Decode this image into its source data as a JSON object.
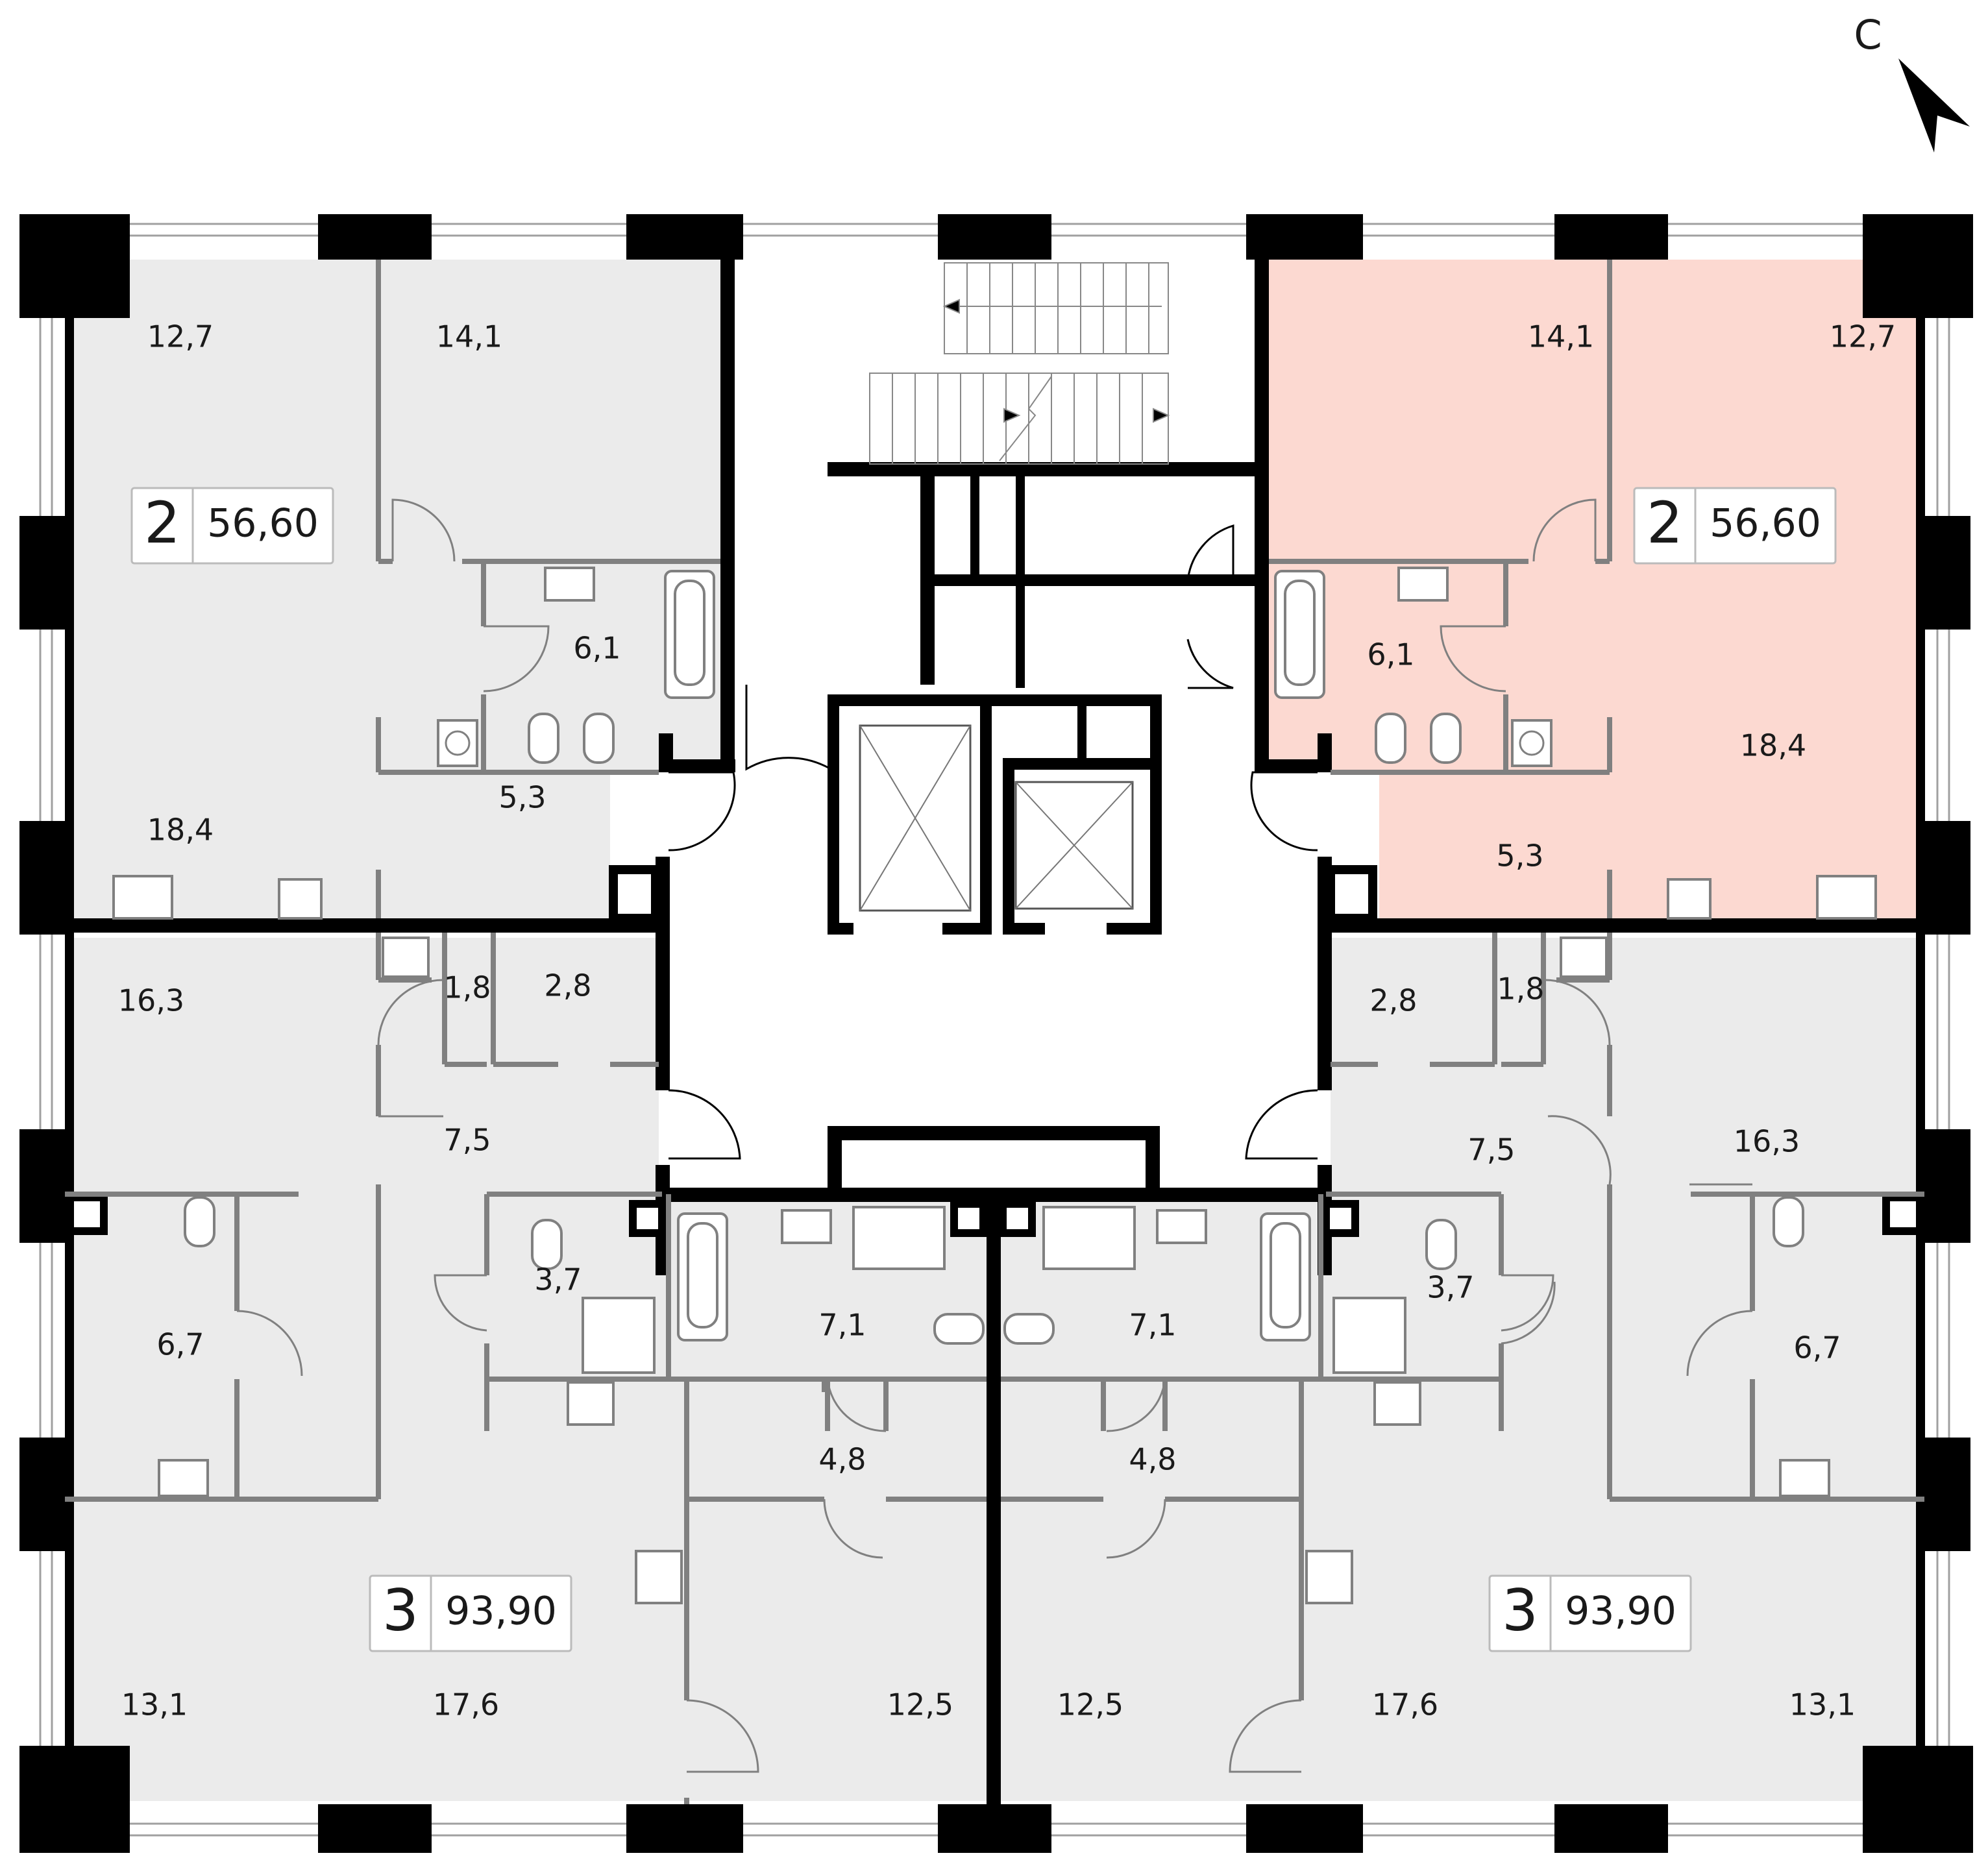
{
  "compass": {
    "label": "С",
    "icon": "north-arrow-icon"
  },
  "colors": {
    "highlight": "#fcd9d1",
    "unit_fill": "#ebebeb",
    "wall": "#000000",
    "partition": "#808080"
  },
  "units": [
    {
      "id": "nw",
      "rooms": "2",
      "total_area": "56,60",
      "highlighted": false,
      "room_areas": [
        "12,7",
        "14,1",
        "6,1",
        "5,3",
        "18,4"
      ]
    },
    {
      "id": "ne",
      "rooms": "2",
      "total_area": "56,60",
      "highlighted": true,
      "room_areas": [
        "14,1",
        "12,7",
        "6,1",
        "18,4",
        "5,3"
      ]
    },
    {
      "id": "sw",
      "rooms": "3",
      "total_area": "93,90",
      "highlighted": false,
      "room_areas": [
        "16,3",
        "1,8",
        "2,8",
        "7,5",
        "3,7",
        "6,7",
        "7,1",
        "4,8",
        "13,1",
        "17,6",
        "12,5"
      ]
    },
    {
      "id": "se",
      "rooms": "3",
      "total_area": "93,90",
      "highlighted": false,
      "room_areas": [
        "2,8",
        "1,8",
        "7,5",
        "16,3",
        "3,7",
        "7,1",
        "6,7",
        "4,8",
        "12,5",
        "17,6",
        "13,1"
      ]
    }
  ]
}
